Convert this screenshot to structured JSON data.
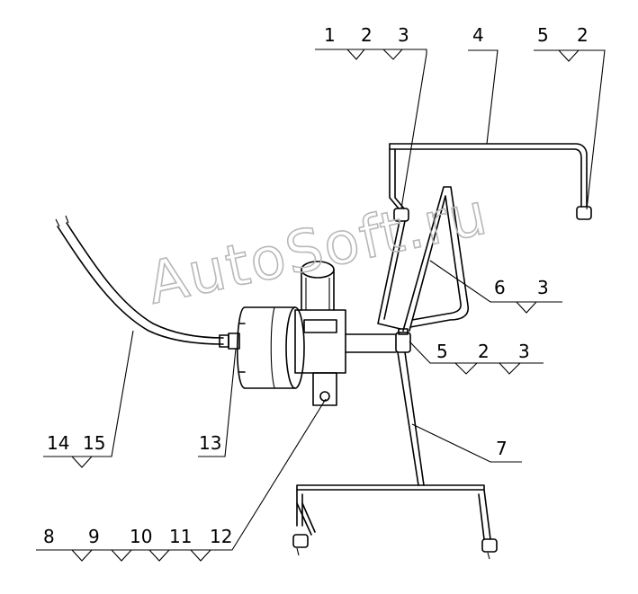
{
  "watermark": "AutoSoft.ru",
  "callouts": [
    {
      "id": "c1",
      "labels": [
        "1",
        "2",
        "3"
      ]
    },
    {
      "id": "c2",
      "labels": [
        "4"
      ]
    },
    {
      "id": "c3",
      "labels": [
        "5",
        "2"
      ]
    },
    {
      "id": "c4",
      "labels": [
        "6",
        "3"
      ]
    },
    {
      "id": "c5",
      "labels": [
        "5",
        "2",
        "3"
      ]
    },
    {
      "id": "c6",
      "labels": [
        "7"
      ]
    },
    {
      "id": "c7",
      "labels": [
        "14",
        "15"
      ]
    },
    {
      "id": "c8",
      "labels": [
        "13"
      ]
    },
    {
      "id": "c9",
      "labels": [
        "8",
        "9",
        "10",
        "11",
        "12"
      ]
    }
  ]
}
